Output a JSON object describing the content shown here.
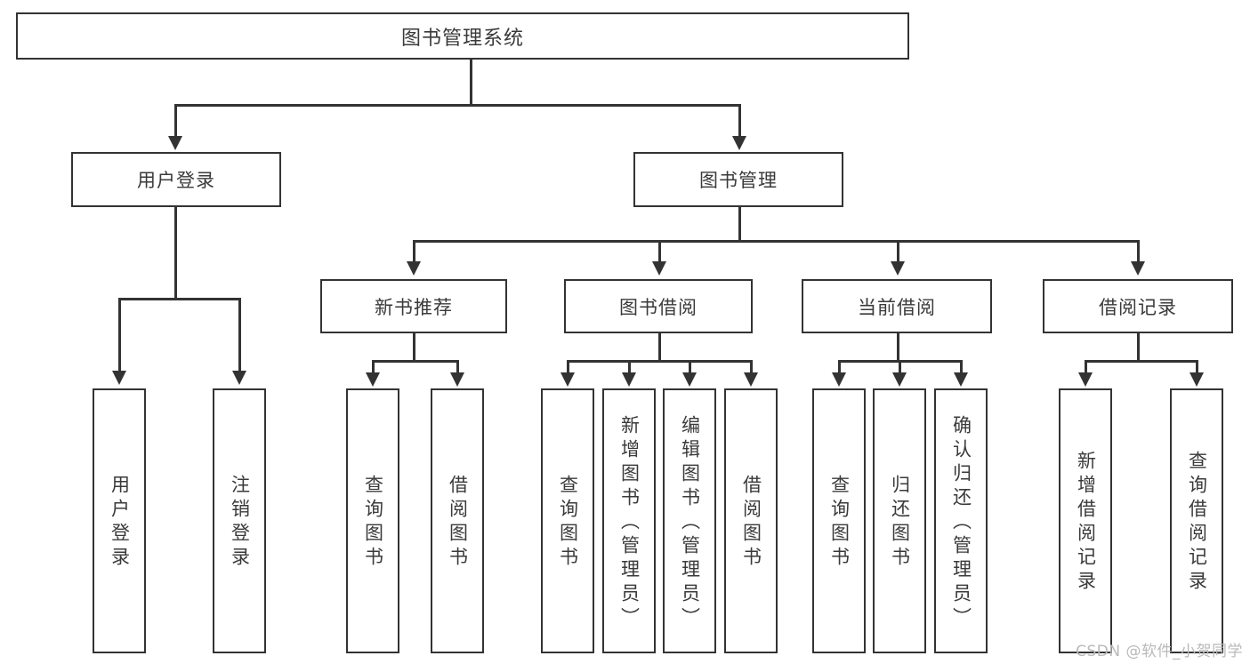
{
  "diagram": {
    "title": "图书管理系统",
    "watermark": "CSDN @软件_小贺同学",
    "colors": {
      "stroke": "#333333",
      "text": "#3a3a3a",
      "background": "#ffffff",
      "watermark": "#b9b9b9"
    },
    "root": {
      "label": "图书管理系统"
    },
    "level2": [
      {
        "label": "用户登录"
      },
      {
        "label": "图书管理"
      }
    ],
    "level3": [
      {
        "label": "新书推荐"
      },
      {
        "label": "图书借阅"
      },
      {
        "label": "当前借阅"
      },
      {
        "label": "借阅记录"
      }
    ],
    "leaves": {
      "user_login": [
        {
          "label": "用户登录"
        },
        {
          "label": "注销登录"
        }
      ],
      "new_book_recommend": [
        {
          "label": "查询图书"
        },
        {
          "label": "借阅图书"
        }
      ],
      "book_borrow": [
        {
          "label": "查询图书"
        },
        {
          "label": "新增图书（管理员）"
        },
        {
          "label": "编辑图书（管理员）"
        },
        {
          "label": "借阅图书"
        }
      ],
      "current_borrow": [
        {
          "label": "查询图书"
        },
        {
          "label": "归还图书"
        },
        {
          "label": "确认归还（管理员）"
        }
      ],
      "borrow_record": [
        {
          "label": "新增借阅记录"
        },
        {
          "label": "查询借阅记录"
        }
      ]
    }
  }
}
